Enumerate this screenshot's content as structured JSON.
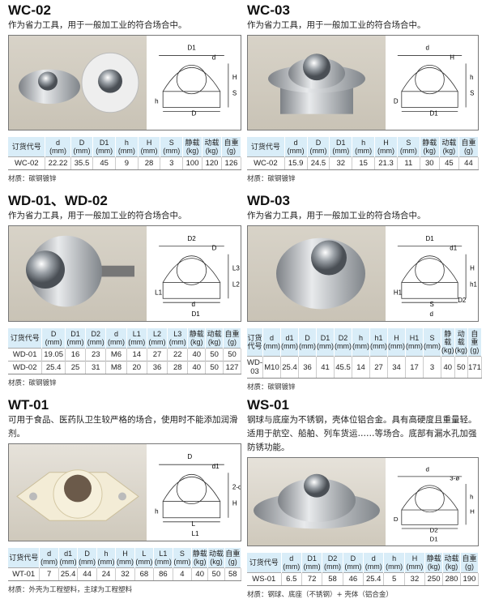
{
  "sections": [
    {
      "id": "wc-02",
      "title": "WC-02",
      "desc": "作为省力工具，用于一般加工业的符合场合中。",
      "headers": [
        [
          "订货代号",
          ""
        ],
        [
          "d",
          "(mm)"
        ],
        [
          "D",
          "(mm)"
        ],
        [
          "D1",
          "(mm)"
        ],
        [
          "h",
          "(mm)"
        ],
        [
          "H",
          "(mm)"
        ],
        [
          "S",
          "(mm)"
        ],
        [
          "静载",
          "(kg)"
        ],
        [
          "动载",
          "(kg)"
        ],
        [
          "自重",
          "(g)"
        ]
      ],
      "rows": [
        [
          "WC-02",
          "22.22",
          "35.5",
          "45",
          "9",
          "28",
          "3",
          "100",
          "120",
          "126"
        ]
      ],
      "material": "材质：碳钢镀锌",
      "labels": [
        "D1",
        "d",
        "H",
        "S",
        "h",
        "D"
      ]
    },
    {
      "id": "wc-03",
      "title": "WC-03",
      "desc": "作为省力工具，用于一般加工业的符合场合中。",
      "headers": [
        [
          "订货代号",
          ""
        ],
        [
          "d",
          "(mm)"
        ],
        [
          "D",
          "(mm)"
        ],
        [
          "D1",
          "(mm)"
        ],
        [
          "h",
          "(mm)"
        ],
        [
          "H",
          "(mm)"
        ],
        [
          "S",
          "(mm)"
        ],
        [
          "静载",
          "(kg)"
        ],
        [
          "动载",
          "(kg)"
        ],
        [
          "自重",
          "(g)"
        ]
      ],
      "rows": [
        [
          "WC-02",
          "15.9",
          "24.5",
          "32",
          "15",
          "21.3",
          "11",
          "30",
          "45",
          "44"
        ]
      ],
      "material": "材质：碳钢镀锌",
      "labels": [
        "d",
        "H",
        "h",
        "S",
        "D",
        "D1"
      ]
    },
    {
      "id": "wd-01",
      "title": "WD-01、WD-02",
      "desc": "作为省力工具，用于一般加工业的符合场合中。",
      "headers": [
        [
          "订货代号",
          ""
        ],
        [
          "D",
          "(mm)"
        ],
        [
          "D1",
          "(mm)"
        ],
        [
          "D2",
          "(mm)"
        ],
        [
          "d",
          "(mm)"
        ],
        [
          "L1",
          "(mm)"
        ],
        [
          "L2",
          "(mm)"
        ],
        [
          "L3",
          "(mm)"
        ],
        [
          "静载",
          "(kg)"
        ],
        [
          "动载",
          "(kg)"
        ],
        [
          "自重",
          "(g)"
        ]
      ],
      "rows": [
        [
          "WD-01",
          "19.05",
          "16",
          "23",
          "M6",
          "14",
          "27",
          "22",
          "40",
          "50",
          "50"
        ],
        [
          "WD-02",
          "25.4",
          "25",
          "31",
          "M8",
          "20",
          "36",
          "28",
          "40",
          "50",
          "127"
        ]
      ],
      "material": "材质：碳钢镀锌",
      "labels": [
        "D2",
        "D",
        "L3",
        "L2",
        "L1",
        "d",
        "D1"
      ]
    },
    {
      "id": "wd-03",
      "title": "WD-03",
      "desc": "作为省力工具，用于一般加工业的符合场合中。",
      "headers": [
        [
          "订货代号",
          ""
        ],
        [
          "d",
          "(mm)"
        ],
        [
          "d1",
          "(mm)"
        ],
        [
          "D",
          "(mm)"
        ],
        [
          "D1",
          "(mm)"
        ],
        [
          "D2",
          "(mm)"
        ],
        [
          "h",
          "(mm)"
        ],
        [
          "h1",
          "(mm)"
        ],
        [
          "H",
          "(mm)"
        ],
        [
          "H1",
          "(mm)"
        ],
        [
          "S",
          "(mm)"
        ],
        [
          "静载",
          "(kg)"
        ],
        [
          "动载",
          "(kg)"
        ],
        [
          "自重",
          "(g)"
        ]
      ],
      "rows": [
        [
          "WD-03",
          "M10",
          "25.4",
          "36",
          "41",
          "45.5",
          "14",
          "27",
          "34",
          "17",
          "3",
          "40",
          "50",
          "171"
        ]
      ],
      "material": "材质：碳钢镀锌",
      "labels": [
        "D1",
        "d1",
        "H",
        "h1",
        "H1",
        "S",
        "d",
        "D2"
      ]
    },
    {
      "id": "wt-01",
      "title": "WT-01",
      "desc": "可用于食品、医药队卫生较严格的场合，使用时不能添加润滑剂。",
      "headers": [
        [
          "订货代号",
          ""
        ],
        [
          "d",
          "(mm)"
        ],
        [
          "d1",
          "(mm)"
        ],
        [
          "D",
          "(mm)"
        ],
        [
          "h",
          "(mm)"
        ],
        [
          "H",
          "(mm)"
        ],
        [
          "L",
          "(mm)"
        ],
        [
          "L1",
          "(mm)"
        ],
        [
          "S",
          "(mm)"
        ],
        [
          "静载",
          "(kg)"
        ],
        [
          "动载",
          "(kg)"
        ],
        [
          "自重",
          "(g)"
        ]
      ],
      "rows": [
        [
          "WT-01",
          "7",
          "25.4",
          "44",
          "24",
          "32",
          "68",
          "86",
          "4",
          "40",
          "50",
          "58"
        ]
      ],
      "material": "材质：外壳为工程塑料，主球为工程塑料",
      "labels": [
        "D",
        "d1",
        "2-d",
        "H",
        "h",
        "L",
        "L1"
      ]
    },
    {
      "id": "ws-01",
      "title": "WS-01",
      "desc": "钢球与底座为不锈钢，壳体位铝合金。具有高硬度且重量轻。适用于航空、船舶、列车货运……等场合。底部有漏水孔加强防锈功能。",
      "headers": [
        [
          "订货代号",
          ""
        ],
        [
          "d",
          "(mm)"
        ],
        [
          "D1",
          "(mm)"
        ],
        [
          "D2",
          "(mm)"
        ],
        [
          "D",
          "(mm)"
        ],
        [
          "d",
          "(mm)"
        ],
        [
          "h",
          "(mm)"
        ],
        [
          "H",
          "(mm)"
        ],
        [
          "静载",
          "(kg)"
        ],
        [
          "动载",
          "(kg)"
        ],
        [
          "自重",
          "(g)"
        ]
      ],
      "rows": [
        [
          "WS-01",
          "6.5",
          "72",
          "58",
          "46",
          "25.4",
          "5",
          "32",
          "250",
          "280",
          "190"
        ]
      ],
      "material": "材质：钢球、底座（不锈钢）+ 壳体（铝合金）",
      "labels": [
        "d",
        "3-ø",
        "h",
        "H",
        "D",
        "D2",
        "D1"
      ]
    }
  ],
  "colors": {
    "table_header": "#d9edf8",
    "photo_bg": "#d0cabd",
    "steel": "#b8bcc0"
  }
}
